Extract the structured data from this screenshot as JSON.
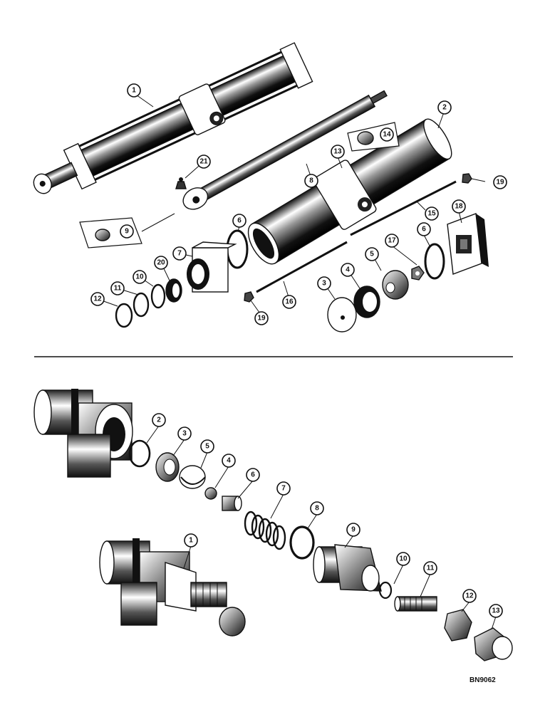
{
  "drawing_code": "BN9062",
  "upper_assembly": {
    "callouts": [
      "1",
      "2",
      "3",
      "4",
      "5",
      "6",
      "6",
      "7",
      "8",
      "9",
      "10",
      "11",
      "12",
      "13",
      "14",
      "15",
      "16",
      "17",
      "18",
      "19",
      "19",
      "20",
      "21"
    ]
  },
  "lower_assembly": {
    "callouts": [
      "1",
      "2",
      "3",
      "4",
      "5",
      "6",
      "7",
      "8",
      "9",
      "10",
      "11",
      "12",
      "13"
    ]
  }
}
